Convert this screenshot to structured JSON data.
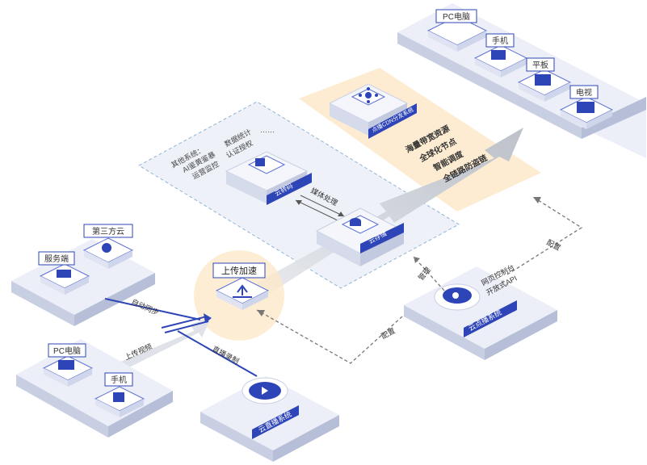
{
  "colors": {
    "brand_blue": "#2e45b8",
    "platform_top": "#eceff8",
    "platform_side": "#c9cfe3",
    "orange_zone": "#fde9c9",
    "cloud_zone": "#eef2f8",
    "arrow_gray": "#c8ccd4"
  },
  "devices_top": {
    "pc": "PC电脑",
    "phone": "手机",
    "tablet": "平板",
    "tv": "电视"
  },
  "cdn": {
    "label": "点播CDN分发系统",
    "features": [
      "海量带宽资源",
      "全球化节点",
      "智能调度",
      "全链路防盗链"
    ]
  },
  "cloud_zone": {
    "other_systems_label": "其他系统：",
    "other_systems": [
      "AI鉴黄鉴暴",
      "运营监控",
      "数据统计",
      "认证授权"
    ],
    "ellipsis": "……"
  },
  "transcode": {
    "label": "云转码"
  },
  "storage": {
    "label": "云存储"
  },
  "media_process": {
    "label": "媒体处理"
  },
  "upload": {
    "label": "上传加速"
  },
  "third_party": {
    "label": "第三方云"
  },
  "server": {
    "label": "服务端"
  },
  "sync_label": "自动同步",
  "upload_video_label": "上传视频",
  "client_devices": {
    "pc": "PC电脑",
    "phone": "手机"
  },
  "live": {
    "label": "云直播系统",
    "record_label": "直播录制"
  },
  "vod": {
    "label": "云点播系统",
    "console": "网页控制台",
    "api": "开放式API",
    "manage_label": "管理",
    "config_label_left": "配置",
    "config_label_right": "配置"
  }
}
